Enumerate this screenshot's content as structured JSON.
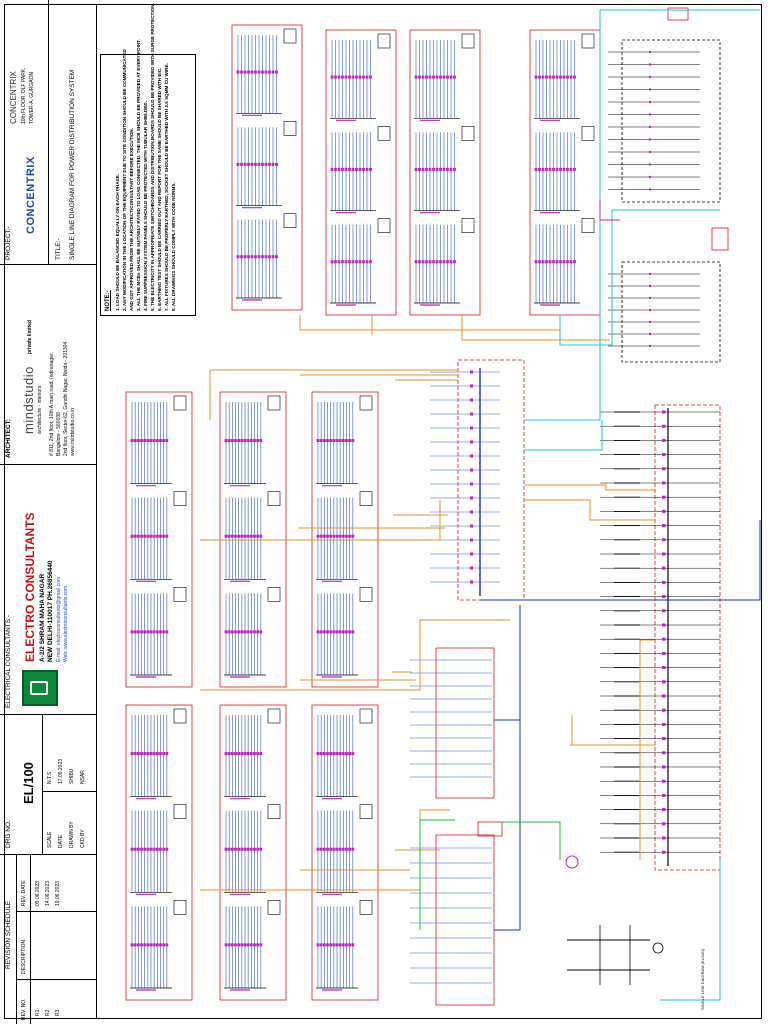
{
  "project": {
    "label": "PROJECT:-",
    "name": "CONCENTRIX",
    "address_1": "10th FLOOR, DLF PARK,",
    "address_2": "TOWER-A, GURGAON",
    "client_logo_text": "CONCENTRIX"
  },
  "title": {
    "label": "TITLE:-",
    "text": "SINGLE LINE DIAGRAM FOR POWER DISTRIBUTION SYSTEM"
  },
  "architect": {
    "label": "ARCHITECT:",
    "firm_logo": "mindstudio",
    "firm_suffix": "private limited",
    "tagline": "architecture · interiors",
    "address_1": "# 811, 2nd floor, 10th A main road, Indiranagar,",
    "address_2": "Bangalore - 560038",
    "address_3": "2nd floor, Sector-62, Gandhi Nagar, Noida - 201304",
    "web": "www.mindstudio.co.in"
  },
  "consultant": {
    "label": "ELECTRICAL CONSULTANTS:-",
    "name": "ELECTRO CONSULTANTS",
    "address_1": "A-2/2 SHRAM MAHA NAGAR",
    "address_2": "NEW DELHI-110017 PH.26856440",
    "email": "E-mail: electroconsultants@gmail.com",
    "web": "Web: www.electroconsultants.com"
  },
  "drawing": {
    "drg_no_label": "DRG NO.",
    "drg_no": "EL/100",
    "rows": [
      {
        "label": "SCALE",
        "value": "N.T.S"
      },
      {
        "label": "DATE",
        "value": "17.05.2023"
      },
      {
        "label": "DRAWN BY",
        "value": "SHIBU"
      },
      {
        "label": "CKD BY",
        "value": "NSAR"
      }
    ]
  },
  "revision": {
    "title": "REVISION SCHEDULE",
    "headers": [
      "REV. NO.",
      "DESCRIPTION",
      "REV. DATE"
    ],
    "rows": [
      {
        "no": "R1",
        "date": "05.06.2023"
      },
      {
        "no": "R2",
        "date": "14.06.2023"
      },
      {
        "no": "R3",
        "date": "19.06.2023"
      }
    ]
  },
  "notes": {
    "heading": "NOTE:-",
    "lines": [
      "1.  LOAD SHOULD BE BALANCED EQUALLY ON EACH PHASE.",
      "2.  ANY MODIFICATION IN THE LOCATION OF THE EQUIPMENT DUE TO SITE CONDITION SHOULD BE COMMUNICATED",
      "    AND GOT APPROVED FROM THE ARCHITECT/CONSULTANT BEFORE EXECUTION.",
      "3.  ALL THE MCBs SHALL BE SUITABLY RATED TO LOAD CONNECTED. THE MCB SHOULD BE PROVIDED AT EVERY POINT.",
      "4.  FIRE SUPPRESSION SYSTEM PANELS SHOULD BE PROTECTED WITH TUBULAR SHIELDED.",
      "5.  THE ELECTRICITY IN APPROPRIATE SWITCHBOARDS AND DISTRIBUTION BOARDS SHOULD BE PROVIDED WITH SURGE PROTECTION.",
      "6.  EARTHING TEST SHOULD BE CARRIED OUT AND REPORT FOR THE SAME SHOULD BE SHARED WITH EIC.",
      "7.  ALL FIXTURES SHOULD BE PROPERLY EARTHED, SOCKET SHOULD BE EARTHED WITH 2.5 SQMM CU WIRE.",
      "8.  ALL DRAWINGS SHOULD COMPLY WITH CODE NORMS."
    ]
  },
  "footer_label": "SINGLE LINE DIAGRAM (EL/100)",
  "colors": {
    "feeder_orange": "#e8902a",
    "feeder_cyan": "#22c4d8",
    "feeder_blue": "#1a2fd0",
    "feeder_green": "#1bbf3a",
    "panel_red": "#e01818",
    "breaker_magenta": "#c020c0",
    "circuit_blue": "#2a5bd8",
    "drawing_black": "#000000"
  }
}
